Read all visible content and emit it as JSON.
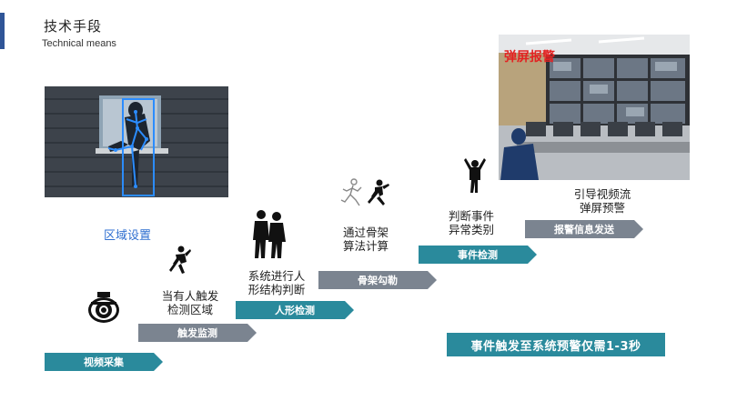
{
  "header": {
    "title": "技术手段",
    "subtitle": "Technical means"
  },
  "region_label": "区域设置",
  "overlay_text": "弹屏报警",
  "steps": [
    {
      "label": "视频采集",
      "color": "#2a8a9c"
    },
    {
      "label": "触发监测",
      "color": "#7b8490"
    },
    {
      "label": "人形检测",
      "color": "#2a8a9c"
    },
    {
      "label": "骨架勾勒",
      "color": "#7b8490"
    },
    {
      "label": "事件检测",
      "color": "#2a8a9c"
    },
    {
      "label": "报警信息发送",
      "color": "#7b8490"
    }
  ],
  "descriptions": {
    "trigger": [
      "当有人触发",
      "检测区域"
    ],
    "human": [
      "系统进行人",
      "形结构判断"
    ],
    "skeleton": [
      "通过骨架",
      "算法计算"
    ],
    "event": [
      "判断事件",
      "异常类别"
    ],
    "alarm": [
      "引导视频流",
      "弹屏预警"
    ]
  },
  "callout": "事件触发至系统预警仅需1-3秒",
  "icons": [
    "camera-icon",
    "running-person-icon",
    "two-people-icon",
    "skeleton-runner-icon",
    "alarm-person-icon"
  ]
}
